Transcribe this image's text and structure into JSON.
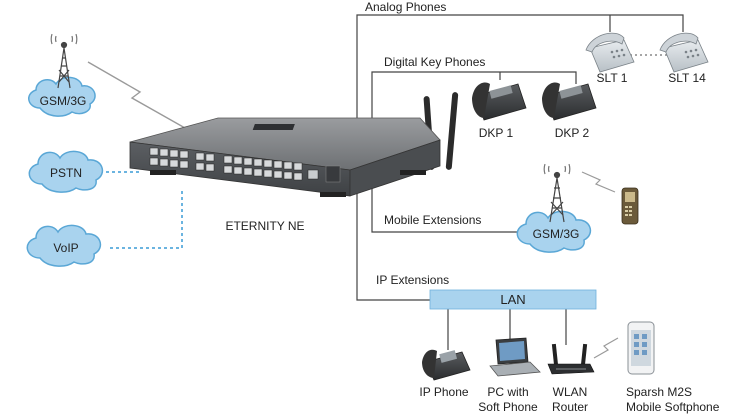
{
  "labels": {
    "analog_phones": "Analog Phones",
    "digital_key_phones": "Digital Key Phones",
    "mobile_extensions": "Mobile Extensions",
    "ip_extensions": "IP Extensions",
    "device_name": "ETERNITY NE",
    "lan": "LAN",
    "slt1": "SLT 1",
    "slt14": "SLT 14",
    "dkp1": "DKP 1",
    "dkp2": "DKP 2"
  },
  "clouds": {
    "gsm_left": "GSM/3G",
    "pstn": "PSTN",
    "voip": "VoIP",
    "gsm_right": "GSM/3G"
  },
  "ip_devices": {
    "ip_phone": "IP Phone",
    "pc_line1": "PC with",
    "pc_line2": "Soft Phone",
    "wlan_line1": "WLAN",
    "wlan_line2": "Router",
    "sparsh_line1": "Sparsh M2S",
    "sparsh_line2": "Mobile Softphone"
  },
  "colors": {
    "cloud_fill": "#a9d3ee",
    "cloud_stroke": "#5aa7d6",
    "lan_bar": "#a9d3ee",
    "trunk_dotted": "#3a9bd5",
    "line": "#444444"
  }
}
